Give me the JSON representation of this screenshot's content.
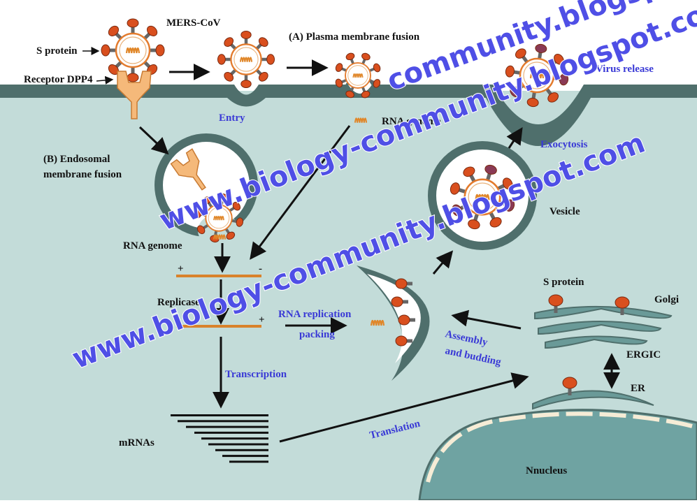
{
  "labels": {
    "mers": "MERS-CoV",
    "s_protein_top": "S protein",
    "receptor": "Receptor  DPP4",
    "plasma_fusion": "(A) Plasma membrane fusion",
    "virus_release": "Virus release",
    "entry": "Entry",
    "rna_genome_right": "RNA genome",
    "endosomal_line1": "(B) Endosomal",
    "endosomal_line2": "membrane fusion",
    "exocytosis": "Exocytosis",
    "vesicle": "Vesicle",
    "rna_genome_left": "RNA genome",
    "plus1": "+",
    "minus": "-",
    "replicase": "Replicase",
    "plus2": "+",
    "rna_replication": "RNA replication",
    "packing": "packing",
    "assembly_line1": "Assembly",
    "assembly_line2": "and budding",
    "s_protein_golgi": "S protein",
    "golgi": "Golgi",
    "ergic": "ERGIC",
    "transcription": "Transcription",
    "er": "ER",
    "translation": "Translation",
    "mrnas": "mRNAs",
    "nucleus": "Nnucleus"
  },
  "watermark": {
    "top": "community.blogspot.com",
    "middle": "www.biology-community.blogspot.com",
    "lower": "www.biology-community.blogspot.com"
  },
  "colors": {
    "membrane": "#4f6f6c",
    "cytoplasm": "#c3dcd9",
    "spike": "#d94f1e",
    "envelope": "#e37b2d",
    "rna": "#e0872a",
    "nucleus": "#6fa3a2",
    "golgi": "#6a9a98",
    "arrow": "#111111",
    "label_blue": "#3a3ad6"
  }
}
